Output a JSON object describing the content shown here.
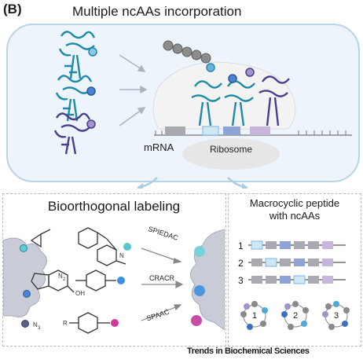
{
  "panel_label": "(B)",
  "top_title": "Multiple ncAAs incorporation",
  "mrna_label": "mRNA",
  "ribosome_label": "Ribosome",
  "labeling": {
    "title": "Bioorthogonal labeling",
    "reactions": [
      "SPIEDAC",
      "CRACR",
      "SPAAC"
    ],
    "chem_labels": {
      "n3": "N",
      "n3_sub": "3",
      "n2": "N",
      "n2_sub": "2",
      "r": "R"
    }
  },
  "macrocycle": {
    "title_line1": "Macrocyclic peptide",
    "title_line2": "with ncAAs",
    "rows": [
      "1",
      "2",
      "3"
    ],
    "rings": [
      "1",
      "2",
      "3"
    ]
  },
  "footer": "Trends in Biochemical Sciences",
  "colors": {
    "teal": "#1e8aa6",
    "blue": "#3a5fa8",
    "purple": "#4a3f8f",
    "codon_gray": "#a9a9b1",
    "codon_lightblue": "#cfe6f5",
    "codon_blue": "#8ea4d6",
    "codon_purple": "#c7b6db",
    "ribosome": "#e6e6e6"
  }
}
